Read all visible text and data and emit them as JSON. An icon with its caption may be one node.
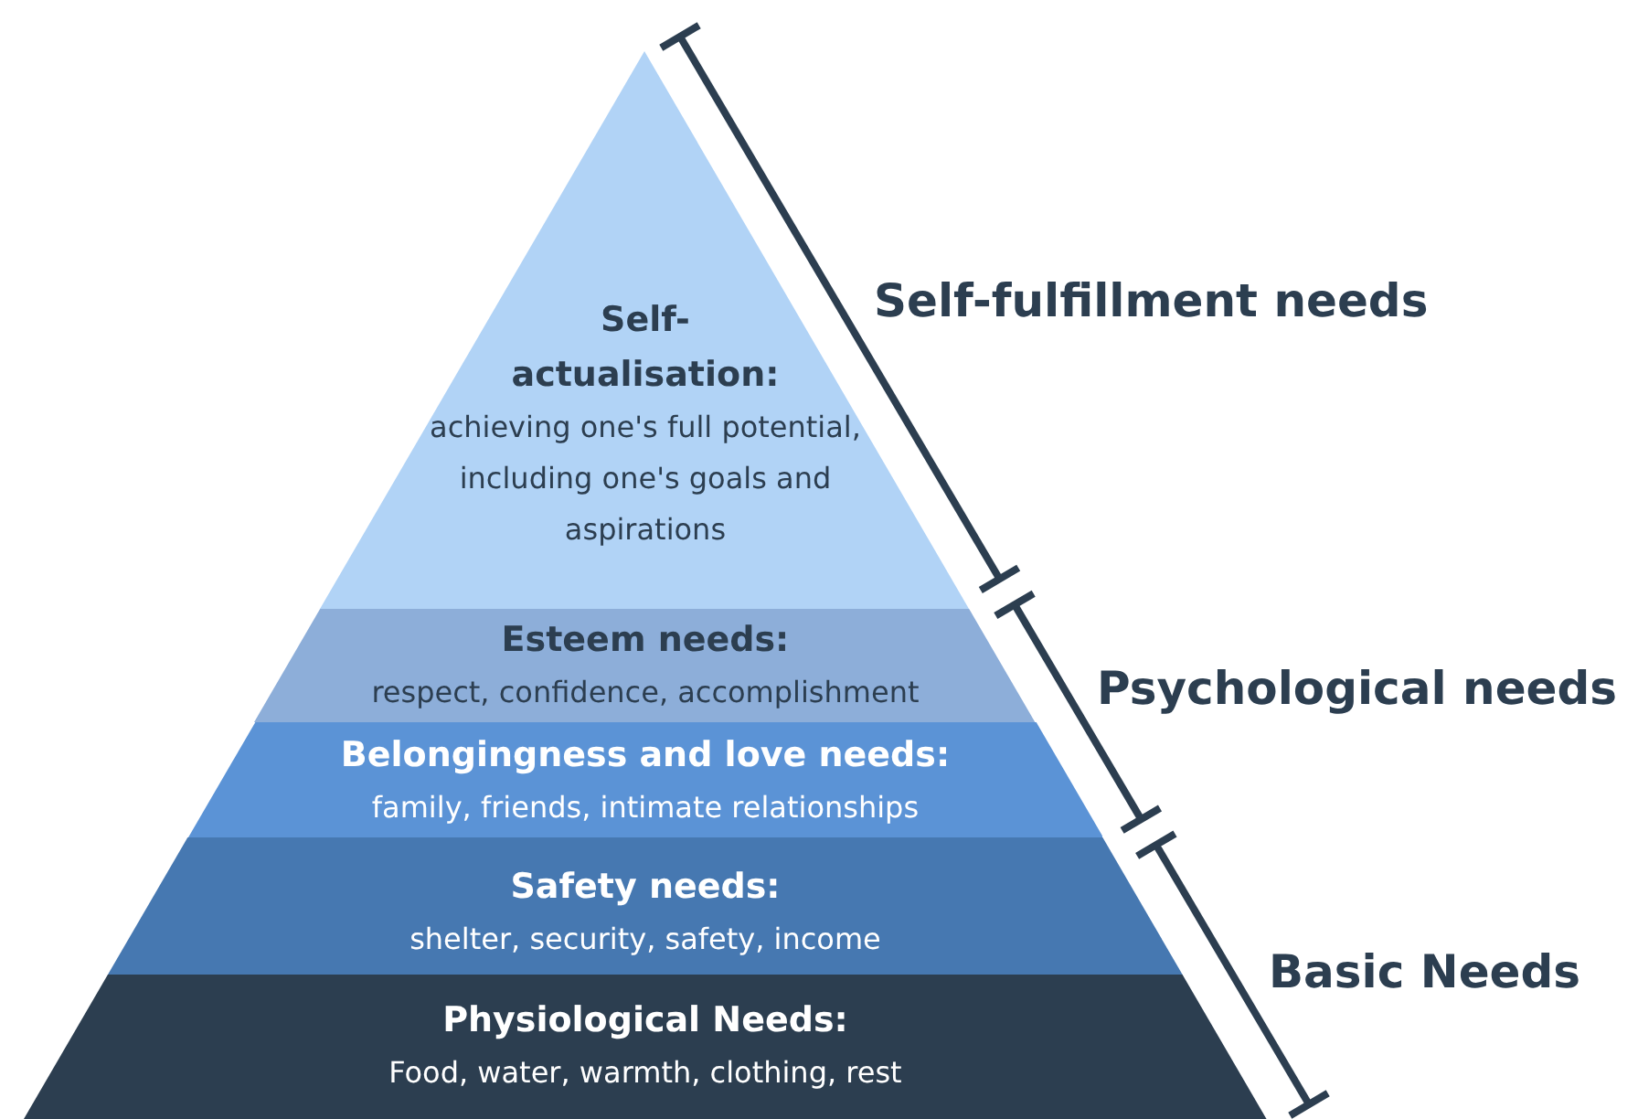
{
  "diagram": {
    "nodes": [
      {
        "text": [
          "Self-actualisation:",
          "achieving one's full potential, including one's goals and aspirations"
        ]
      },
      {
        "text": [
          "Esteem needs:",
          "respect, confidence, accomplishment"
        ]
      },
      {
        "text": [
          "Belongingness and love needs:",
          "family, friends, intimate relationships"
        ]
      },
      {
        "text": [
          "Safety needs:",
          "shelter, security, safety, income"
        ]
      },
      {
        "text": [
          "Physiological Needs:",
          "Food, water, warmth, clothing, rest"
        ]
      }
    ],
    "edges": [],
    "labels": [
      "Self-fulfillment needs",
      "Psychological needs",
      "Basic Needs"
    ]
  }
}
